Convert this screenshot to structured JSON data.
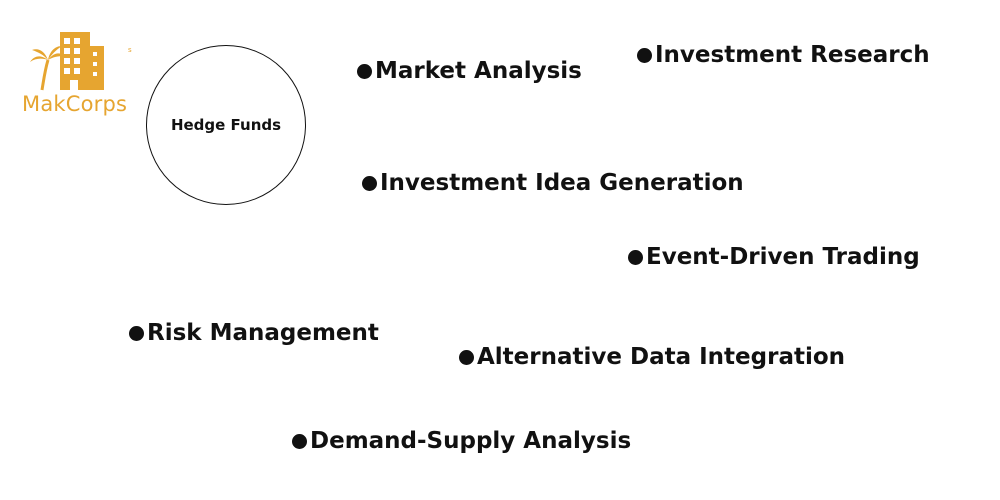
{
  "logo": {
    "text": "MakCorps",
    "mark": "s",
    "icon": "hotel-building-palm-icon",
    "color": "#e6a530"
  },
  "hub": {
    "label": "Hedge Funds"
  },
  "items": [
    {
      "label": "Market Analysis"
    },
    {
      "label": "Investment Research"
    },
    {
      "label": "Investment Idea Generation"
    },
    {
      "label": "Event-Driven Trading"
    },
    {
      "label": "Risk Management"
    },
    {
      "label": "Alternative Data Integration"
    },
    {
      "label": "Demand-Supply Analysis"
    }
  ],
  "colors": {
    "text": "#111111",
    "background": "#ffffff",
    "brand": "#e6a530"
  }
}
